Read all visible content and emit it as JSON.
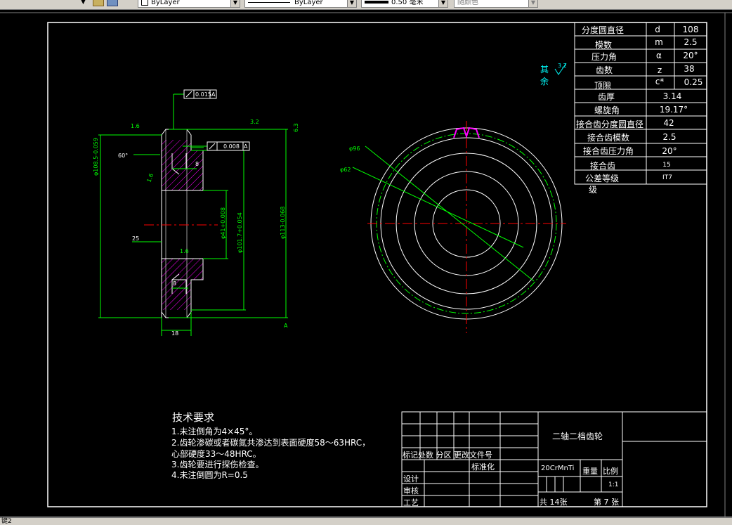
{
  "toolbar": {
    "layer_value": "ByLayer",
    "linetype_value": "ByLayer",
    "lineweight_value": "0.50 毫米",
    "color_value": "随颜色"
  },
  "gear_table": {
    "rows": [
      {
        "label": "分度圆直径",
        "sym": "d",
        "val": "108"
      },
      {
        "label": "模数",
        "sym": "m",
        "val": "2.5"
      },
      {
        "label": "压力角",
        "sym": "α",
        "val": "20°"
      },
      {
        "label": "齿数",
        "sym": "z",
        "val": "38"
      },
      {
        "label": "顶隙",
        "sym": "c*",
        "val": "0.25"
      },
      {
        "label": "齿厚",
        "val": "3.14"
      },
      {
        "label": "螺旋角",
        "val": "19.17°"
      },
      {
        "label": "接合齿分度圆直径",
        "val": "42"
      },
      {
        "label": "接合齿模数",
        "val": "2.5"
      },
      {
        "label": "接合齿压力角",
        "val": "20°"
      },
      {
        "label": "接合齿",
        "val": "15"
      },
      {
        "label": "公差等级",
        "val": "IT7"
      }
    ]
  },
  "remaining_roughness": {
    "qi": "其",
    "yu": "余",
    "value": "3.2"
  },
  "dimensions": {
    "tol1": "0.015",
    "tol1_ref": "A",
    "tol2": "0.008",
    "tol2_ref": "A",
    "rough_top_left": "1.6",
    "rough_top_mid": "3.2",
    "rough_right": "6.3",
    "rough_mid": "1.6",
    "rough_hub": "1.6",
    "angle": "60°",
    "dim8_top": "8",
    "dim8_bot": "8",
    "dim25": "25",
    "dim18": "18",
    "dia108": "φ108.5-0.059",
    "dia41": "φ41+0.008",
    "dia101": "φ101.7+0.054",
    "dia113": "φ113-0.068",
    "dia96": "φ96",
    "dia62": "φ62",
    "datum": "A"
  },
  "tech": {
    "title": "技术要求",
    "lines": [
      "1.未注倒角为4×45°。",
      "2.齿轮渗碳或者碳氮共渗达到表面硬度58～63HRC，",
      "心部硬度33～48HRC。",
      "3.齿轮要进行探伤检查。",
      "4.未注倒圆为R=0.5"
    ]
  },
  "title_block": {
    "part_name": "二轴二档齿轮",
    "material": "20CrMnTi",
    "revision_header": "标记处数 分区 更改文件号",
    "standardize": "标准化",
    "design": "设计",
    "review": "审核",
    "process": "工艺",
    "weight": "重量",
    "scale": "比例",
    "scale_value": "1:1",
    "total_sheets": "共 14张",
    "sheet_no": "第 7 张"
  },
  "status_text": "键2"
}
